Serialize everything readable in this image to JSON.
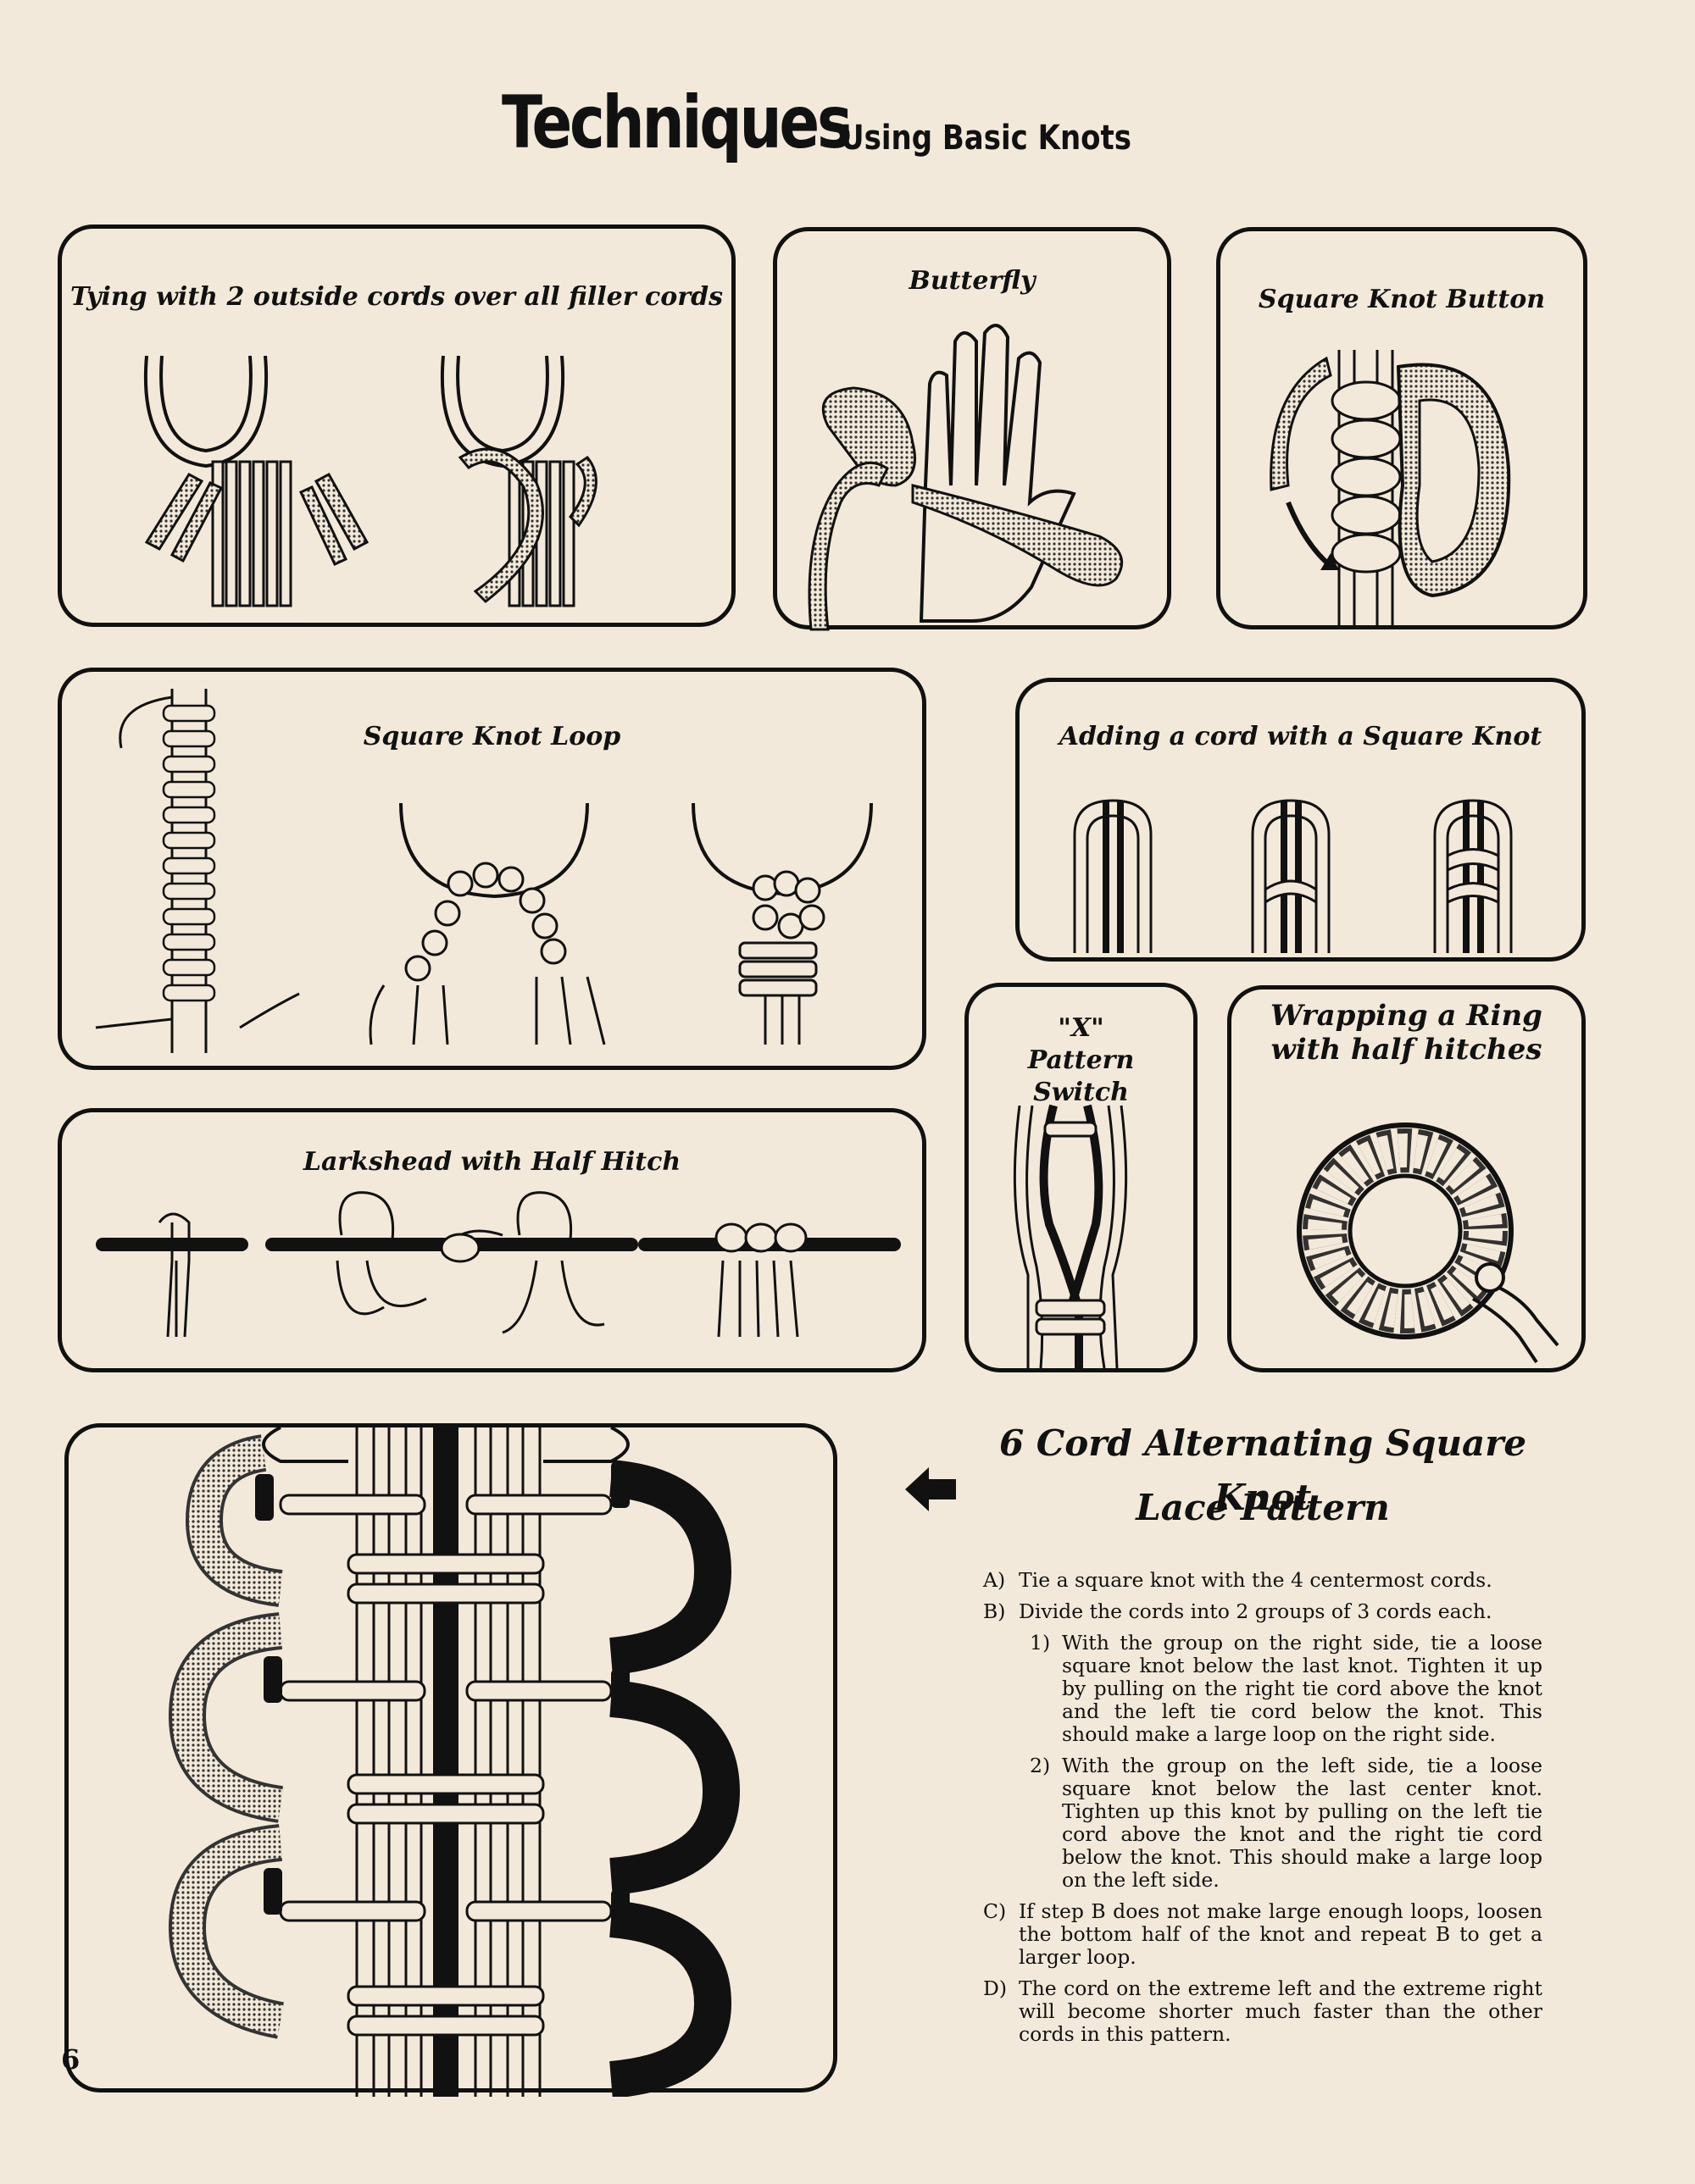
{
  "header": {
    "title": "Techniques",
    "subtitle": "Using Basic Knots"
  },
  "panels": {
    "tying": "Tying with 2 outside cords over all filler cords",
    "butterfly": "Butterfly",
    "button": "Square Knot Button",
    "loop": "Square Knot Loop",
    "adding": "Adding a cord with a Square Knot",
    "x_switch": "\"X\" Pattern Switch",
    "wrapping_line1": "Wrapping a Ring",
    "wrapping_line2": "with half hitches",
    "larkshead": "Larkshead with Half Hitch"
  },
  "lace": {
    "title_line1": "6 Cord Alternating Square Knot",
    "title_line2": "Lace Pattern",
    "steps": [
      {
        "label": "A)",
        "text": "Tie a square knot with the 4 centermost cords."
      },
      {
        "label": "B)",
        "text": "Divide the cords into 2 groups of 3 cords each."
      },
      {
        "label": "C)",
        "text": "If step B does not make large enough loops, loosen the bottom half of the knot and repeat B to get a larger loop."
      },
      {
        "label": "D)",
        "text": "The cord on the extreme left and the extreme right will become shorter much faster than the other cords in this pattern."
      }
    ],
    "substeps": [
      {
        "label": "1)",
        "text": "With the group on the right side, tie a loose square knot below the last knot. Tighten it up by pulling on the right tie cord above the knot and the left tie cord below the knot. This should make a large loop on the right side."
      },
      {
        "label": "2)",
        "text": "With the group on the left side, tie a loose square knot below the last center knot. Tighten up this knot by pulling on the left tie cord above the knot and the right tie cord below the knot. This should make a large loop on the left side."
      }
    ]
  },
  "page_number": "6"
}
